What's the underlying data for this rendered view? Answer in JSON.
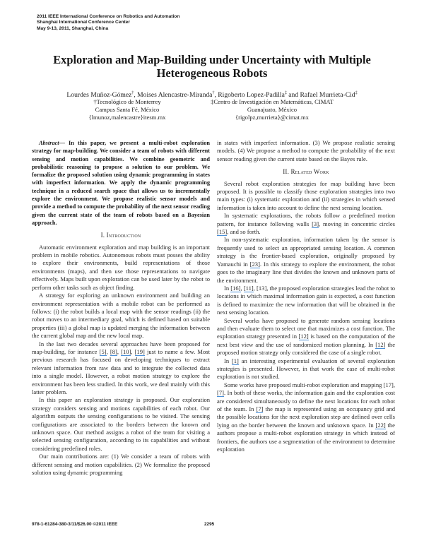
{
  "header": {
    "conference": "2011 IEEE International Conference on Robotics and Automation",
    "venue": "Shanghai International Conference Center",
    "dates": "May 9-13, 2011, Shanghai, China"
  },
  "title_line1": "Exploration and Map-Building under Uncertainty with Multiple",
  "title_line2": "Heterogeneous Robots",
  "authors": [
    {
      "name": "Lourdes Muñoz-Gómez",
      "mark": "†"
    },
    {
      "name": "Moises Alencastre-Miranda",
      "mark": "†"
    },
    {
      "name": "Rigoberto Lopez-Padilla",
      "mark": "‡"
    },
    {
      "name": "Rafael Murrieta-Cid",
      "mark": "‡"
    }
  ],
  "author_separators": [
    ", ",
    ", ",
    " and "
  ],
  "affiliations": {
    "left": {
      "line1": "†Tecnológico de Monterrey",
      "line2": "Campus Santa Fé, México",
      "line3": "{lmunoz,malencastre}itesm.mx"
    },
    "right": {
      "line1": "‡Centro de Investigación en Matemáticas, CIMAT",
      "line2": "Guanajuato, México",
      "line3": "{rigolpz,murrieta}@cimat.mx"
    }
  },
  "abstract": {
    "label": "Abstract",
    "dash": "— ",
    "text": "In this paper, we present a multi-robot exploration strategy for map-building. We consider a team of robots with different sensing and motion capabilities. We combine geometric and probabilistic reasoning to propose a solution to our problem. We formalize the proposed solution using dynamic programming in states with imperfect information. We apply the dynamic programming technique in a reduced search space that allows us to incrementally explore the environment. We propose realistic sensor models and provide a method to compute the probability of the next sensor reading given the current state of the team of robots based on a Bayesian approach."
  },
  "sections": {
    "intro": "I. Introduction",
    "related": "II. Related Work"
  },
  "intro": {
    "p1": "Automatic environment exploration and map building is an important problem in mobile robotics. Autonomous robots must posses the ability to explore their environments, build representations of those environments (maps), and then use those representations to navigate effectively. Maps built upon exploration can be used later by the robot to perform other tasks such as object finding.",
    "p2": "A strategy for exploring an unknown environment and building an environment representation with a mobile robot can be performed as follows: (i) the robot builds a local map with the sensor readings (ii) the robot moves to an intermediary goal, which is defined based on suitable properties (iii) a global map is updated merging the information between the current global map and the new local map.",
    "p3_a": "In the last two decades several approaches have been proposed for map-building, for instance ",
    "p3_cites": [
      "[5]",
      "[8]",
      "[10]",
      "[19]"
    ],
    "p3_b": " just to name a few. Most previous research has focused on developing techniques to extract relevant information from raw data and to integrate the collected data into a single model. However, a robot motion strategy to explore the environment has been less studied. In this work, we deal mainly with this latter problem.",
    "p4": "In this paper an exploration strategy is proposed. Our exploration strategy considers sensing and motions capabilities of each robot. Our algorithm outputs the sensing configurations to be visited. The sensing configurations are associated to the borders between the known and unknown space. Our method assigns a robot of the team for visiting a selected sensing configuration, according to its capabilities and without considering predefined roles.",
    "p5": "Our main contributions are: (1) We consider a team of robots with different sensing and motion capabilities. (2) We formalize the proposed solution using dynamic programming"
  },
  "right_col": {
    "cont": "in states with imperfect information. (3) We propose realistic sensing models. (4) We propose a method to compute the probability of the next sensor reading given the current state based on the Bayes rule.",
    "rw_p1": "Several robot exploration strategies for map building have been proposed. It is possible to classify those exploration strategies into two main types: (i) systematic exploration and (ii) strategies in which sensed information is taken into account to define the next sensing location.",
    "rw_p2_a": "In systematic explorations, the robots follow a predefined motion pattern, for instance following walls ",
    "rw_p2_c1": "[3]",
    "rw_p2_b": ", moving in concentric circles ",
    "rw_p2_c2": "[15]",
    "rw_p2_c": ", and so forth.",
    "rw_p3_a": "In non-systematic exploration, information taken by the sensor is frequently used to select an appropriated sensing location. A common strategy is the frontier-based exploration, originally proposed by Yamauchi in ",
    "rw_p3_c1": "[23]",
    "rw_p3_b": ". In this strategy to explore the environment, the robot goes to the imaginary line that divides the known and unknown parts of the environment.",
    "rw_p4_a": "In ",
    "rw_p4_c1": "[16]",
    "rw_p4_sep1": ", ",
    "rw_p4_c2": "[11]",
    "rw_p4_b": ", [13], the proposed exploration strategies lead the robot to locations in which maximal information gain is expected, a cost function is defined to maximize the new information that will be obtained in the next sensing location.",
    "rw_p5_a": "Several works have proposed to generate random sensing locations and then evaluate them to select one that maximizes a cost function. The exploration strategy presented in ",
    "rw_p5_c1": "[12]",
    "rw_p5_b": " is based on the computation of the next best view and the use of randomized motion planning. In ",
    "rw_p5_c2": "[12]",
    "rw_p5_c": " the proposed motion strategy only considered the case of a single robot.",
    "rw_p6_a": "In ",
    "rw_p6_c1": "[1]",
    "rw_p6_b": " an interesting experimental evaluation of several exploration strategies is presented. However, in that work the case of multi-robot exploration is not studied.",
    "rw_p7_a": "Some works have proposed multi-robot exploration and mapping [17], ",
    "rw_p7_c1": "[7]",
    "rw_p7_b": ". In both of these works, the information gain and the exploration cost are considered simultaneously to define the next locations for each robot of the team. In ",
    "rw_p7_c2": "[7]",
    "rw_p7_c": " the map is represented using an occupancy grid and the possible locations for the next exploration step are defined over cells lying on the border between the known and unknown space. In ",
    "rw_p7_c3": "[22]",
    "rw_p7_d": " the authors propose a multi-robot exploration strategy in which instead of frontiers, the authors use a segmentation of the environment to determine exploration"
  },
  "footer": {
    "isbn": "978-1-61284-380-3/11/$26.00 ©2011 IEEE",
    "page": "2295"
  },
  "colors": {
    "citation_underline": "#4a90d9"
  }
}
